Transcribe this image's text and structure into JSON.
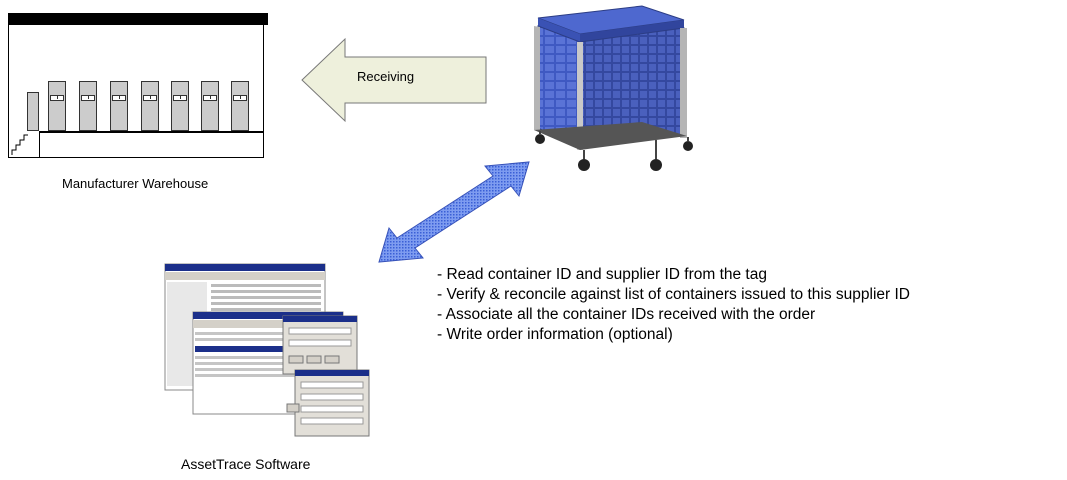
{
  "warehouse": {
    "caption": "Manufacturer Warehouse"
  },
  "flow_arrow": {
    "label": "Receiving"
  },
  "software": {
    "caption": "AssetTrace Software"
  },
  "steps": [
    "- Read container ID and supplier ID from the tag",
    "- Verify & reconcile against list of containers issued to this supplier ID",
    "- Associate all the container IDs received with the order",
    "- Write order information (optional)"
  ],
  "colors": {
    "receiving_arrow_fill": "#eef0dc",
    "container_blue": "#3f59c2",
    "link_arrow_blue": "#4b72e0",
    "warehouse_door": "#cccccc"
  }
}
